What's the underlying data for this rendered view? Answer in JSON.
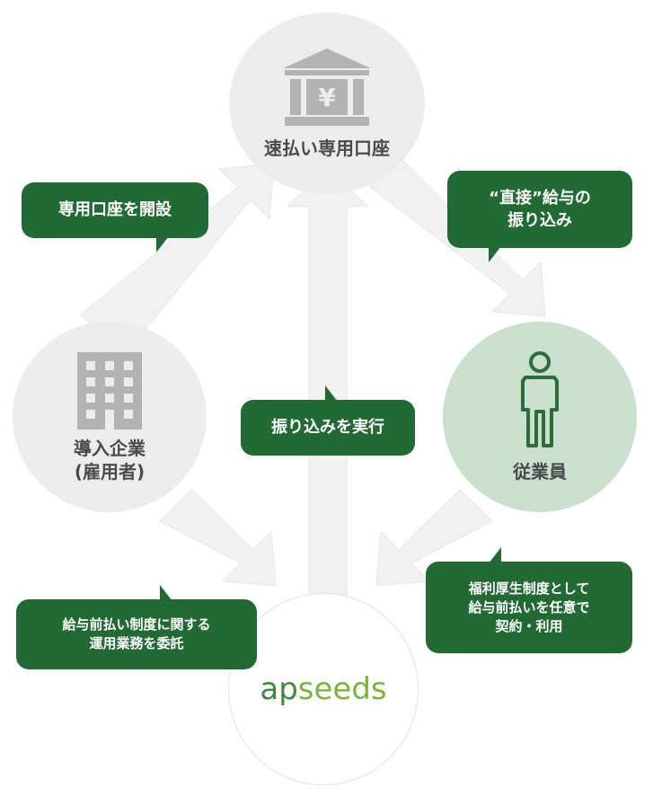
{
  "nodes": {
    "bank": {
      "label": "速払い専用口座",
      "icon": "bank-yen-icon"
    },
    "company": {
      "label_line1": "導入企業",
      "label_line2": "(雇用者)",
      "icon": "office-building-icon"
    },
    "employee": {
      "label": "従業員",
      "icon": "person-icon"
    },
    "apseeds": {
      "logo": "apseeds",
      "logo_a": "a",
      "logo_p": "p",
      "logo_rest": "seeds"
    }
  },
  "bubbles": {
    "open_account": "専用口座を開設",
    "direct_transfer_line1": "“直接”給与の",
    "direct_transfer_line2": "振り込み",
    "execute_transfer": "振り込みを実行",
    "delegate_line1": "給与前払い制度に関する",
    "delegate_line2": "運用業務を委託",
    "contract_line1": "福利厚生制度として",
    "contract_line2": "給与前払いを任意で",
    "contract_line3": "契約・利用"
  },
  "colors": {
    "bubble_green": "#226a34",
    "node_gray": "#ececec",
    "node_green": "#c9e0cf",
    "icon_gray": "#b3b3b3",
    "icon_green": "#2b6e3a",
    "arrow_gray": "#f1f1f1"
  }
}
